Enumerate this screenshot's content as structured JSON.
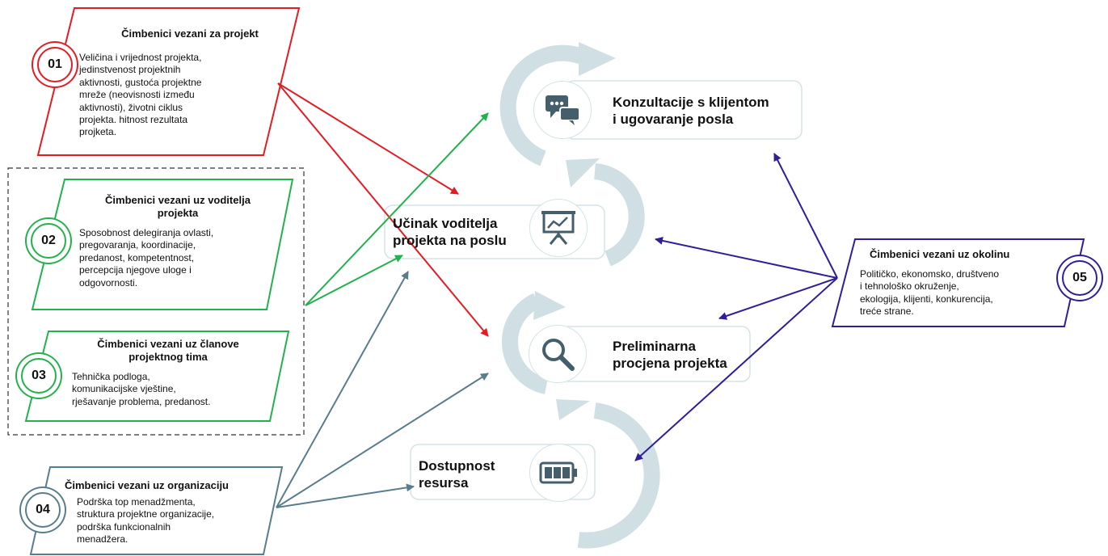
{
  "colors": {
    "project": "#e31b23",
    "manager": "#22b14c",
    "organization": "#587d8c",
    "environment": "#2e1f99",
    "cycle": "#cfdfe3",
    "icon": "#455e6b"
  },
  "factors": [
    {
      "number": "01",
      "title": "Čimbenici  vezani za projekt",
      "text": "Veličina i vrijednost projekta,\njedinstvenost projektnih\naktivnosti,  gustoća projektne\nmreže (neovisnosti između\naktivnosti), životni ciklus\nprojekta. hitnost rezultata\nprojketa."
    },
    {
      "number": "02",
      "title": "Čimbenici  vezani uz voditelja\nprojekta",
      "text": "Sposobnost delegiranja  ovlasti,\npregovaranja, koordinacije,\npredanost, kompetentnost,\npercepcija njegove uloge i\nodgovornosti."
    },
    {
      "number": "03",
      "title": "Čimbenici  vezani uz članove\nprojektnog tima",
      "text": "Tehnička podloga,\nkomunikacijske  vještine,\nrješavanje problema, predanost."
    },
    {
      "number": "04",
      "title": "Čimbenici vezani uz organizaciju",
      "text": "Podrška top menadžmenta,\nstruktura projektne organizacije,\npodrška funkcionalnih\nmenadžera."
    },
    {
      "number": "05",
      "title": "Čimbenici  vezani uz okolinu",
      "text": "Političko,  ekonomsko, društveno\ni tehnološko okruženje,\nekologija,  klijenti,  konkurencija,\ntreće strane."
    }
  ],
  "stages": [
    {
      "label": "Konzultacije s klijentom\ni ugovaranje posla",
      "icon": "chat-bubbles-icon"
    },
    {
      "label": "Učinak voditelja\nprojekta na poslu",
      "icon": "presentation-board-icon"
    },
    {
      "label": "Preliminarna\nprocjena projekta",
      "icon": "magnifier-icon"
    },
    {
      "label": "Dostupnost\nresursa",
      "icon": "battery-icon"
    }
  ]
}
